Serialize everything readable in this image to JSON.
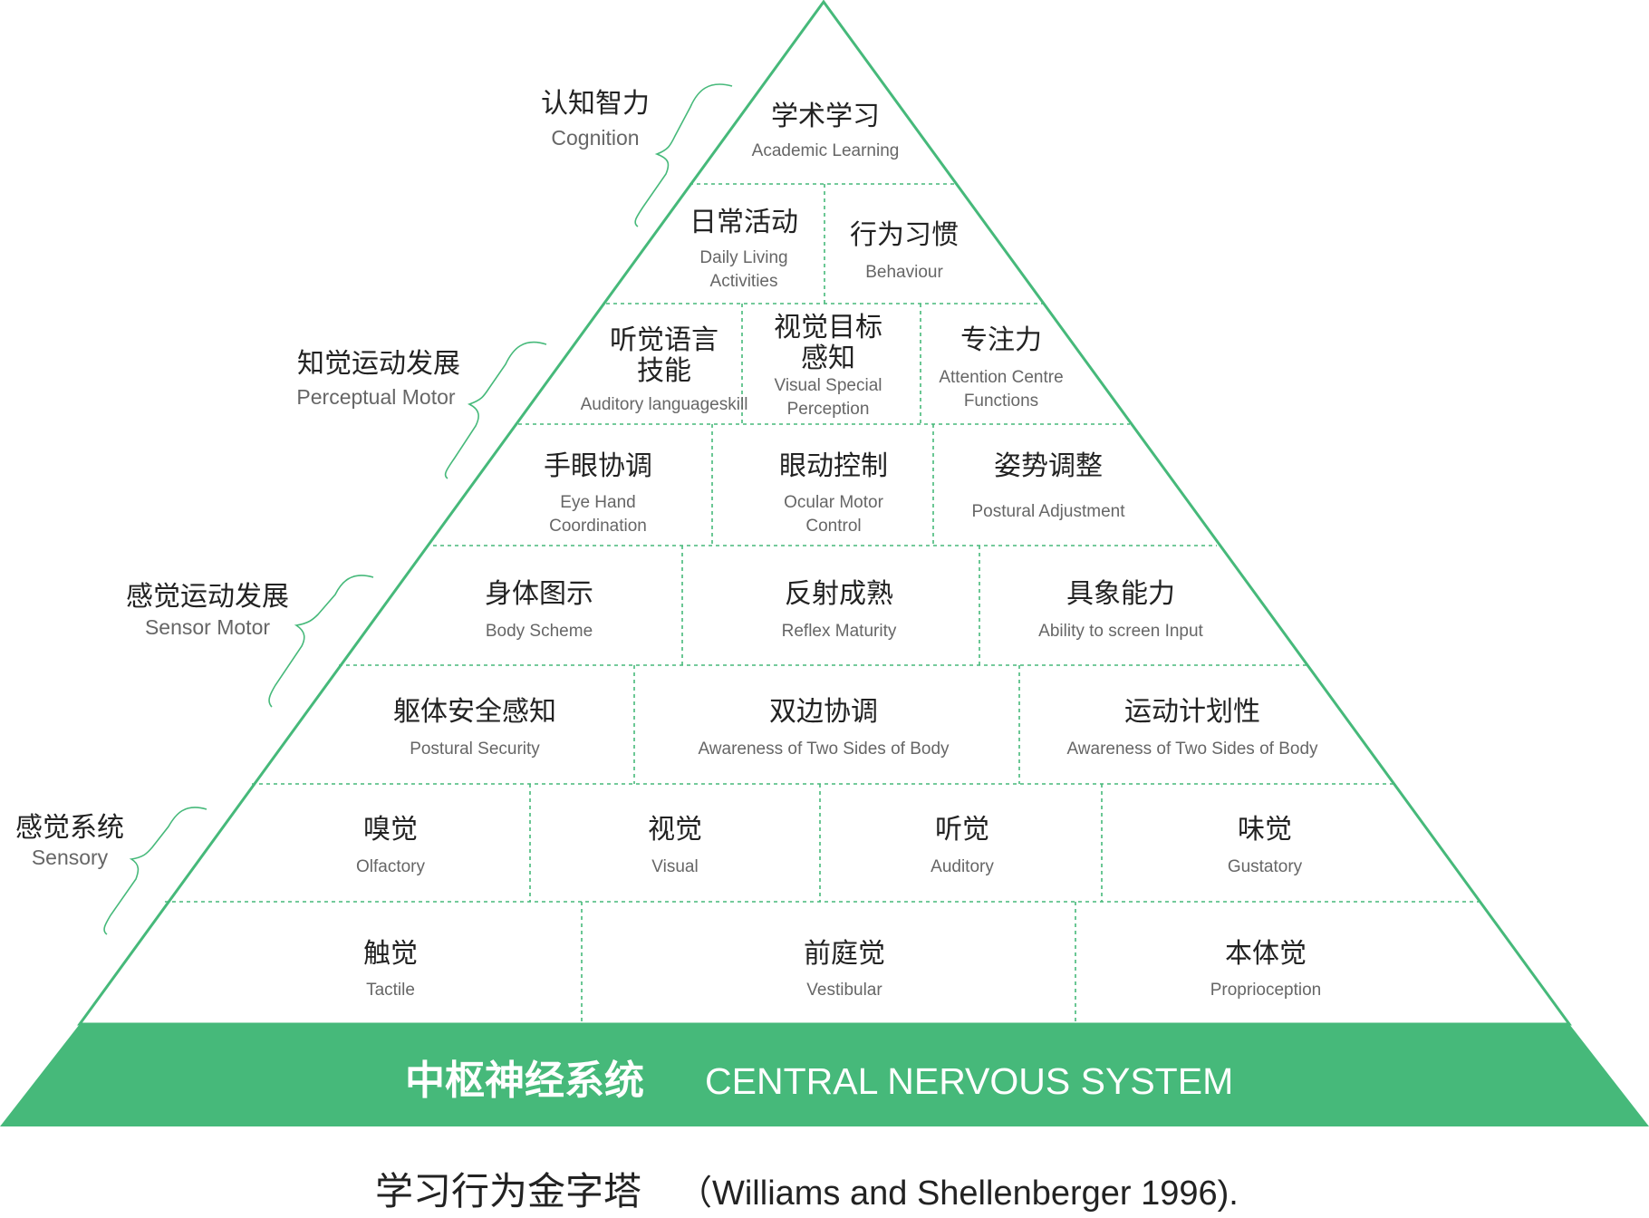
{
  "colors": {
    "accent": "#46b97a",
    "line": "#46b97a",
    "text_primary": "#222222",
    "text_secondary": "#666666"
  },
  "pyramid": {
    "cells": [
      {
        "zh": [
          "学术学习"
        ],
        "en": [
          "Academic Learning"
        ]
      },
      {
        "zh": [
          "日常活动"
        ],
        "en": [
          "Daily Living",
          "Activities"
        ]
      },
      {
        "zh": [
          "行为习惯"
        ],
        "en": [
          "Behaviour"
        ]
      },
      {
        "zh": [
          "听觉语言",
          "技能"
        ],
        "en": [
          "Auditory languageskill"
        ]
      },
      {
        "zh": [
          "视觉目标",
          "感知"
        ],
        "en": [
          "Visual Special",
          "Perception"
        ]
      },
      {
        "zh": [
          "专注力"
        ],
        "en": [
          "Attention Centre",
          "Functions"
        ]
      },
      {
        "zh": [
          "手眼协调"
        ],
        "en": [
          "Eye Hand",
          "Coordination"
        ]
      },
      {
        "zh": [
          "眼动控制"
        ],
        "en": [
          "Ocular Motor",
          "Control"
        ]
      },
      {
        "zh": [
          "姿势调整"
        ],
        "en": [
          "Postural Adjustment"
        ]
      },
      {
        "zh": [
          "身体图示"
        ],
        "en": [
          "Body Scheme"
        ]
      },
      {
        "zh": [
          "反射成熟"
        ],
        "en": [
          "Reflex Maturity"
        ]
      },
      {
        "zh": [
          "具象能力"
        ],
        "en": [
          "Ability to screen Input"
        ]
      },
      {
        "zh": [
          "躯体安全感知"
        ],
        "en": [
          "Postural Security"
        ]
      },
      {
        "zh": [
          "双边协调"
        ],
        "en": [
          "Awareness of Two Sides of Body"
        ]
      },
      {
        "zh": [
          "运动计划性"
        ],
        "en": [
          "Awareness of Two Sides of Body"
        ]
      },
      {
        "zh": [
          "嗅觉"
        ],
        "en": [
          "Olfactory"
        ]
      },
      {
        "zh": [
          "视觉"
        ],
        "en": [
          "Visual"
        ]
      },
      {
        "zh": [
          "听觉"
        ],
        "en": [
          "Auditory"
        ]
      },
      {
        "zh": [
          "味觉"
        ],
        "en": [
          "Gustatory"
        ]
      },
      {
        "zh": [
          "触觉"
        ],
        "en": [
          "Tactile"
        ]
      },
      {
        "zh": [
          "前庭觉"
        ],
        "en": [
          "Vestibular"
        ]
      },
      {
        "zh": [
          "本体觉"
        ],
        "en": [
          "Proprioception"
        ]
      }
    ]
  },
  "side_labels": [
    {
      "zh": "认知智力",
      "en": "Cognition"
    },
    {
      "zh": "知觉运动发展",
      "en": "Perceptual Motor"
    },
    {
      "zh": "感觉运动发展",
      "en": "Sensor Motor"
    },
    {
      "zh": "感觉系统",
      "en": "Sensory"
    }
  ],
  "base": {
    "zh": "中枢神经系统",
    "en": "CENTRAL NERVOUS SYSTEM"
  },
  "caption": {
    "zh": "学习行为金字塔",
    "en": "（Williams and Shellenberger 1996)."
  }
}
